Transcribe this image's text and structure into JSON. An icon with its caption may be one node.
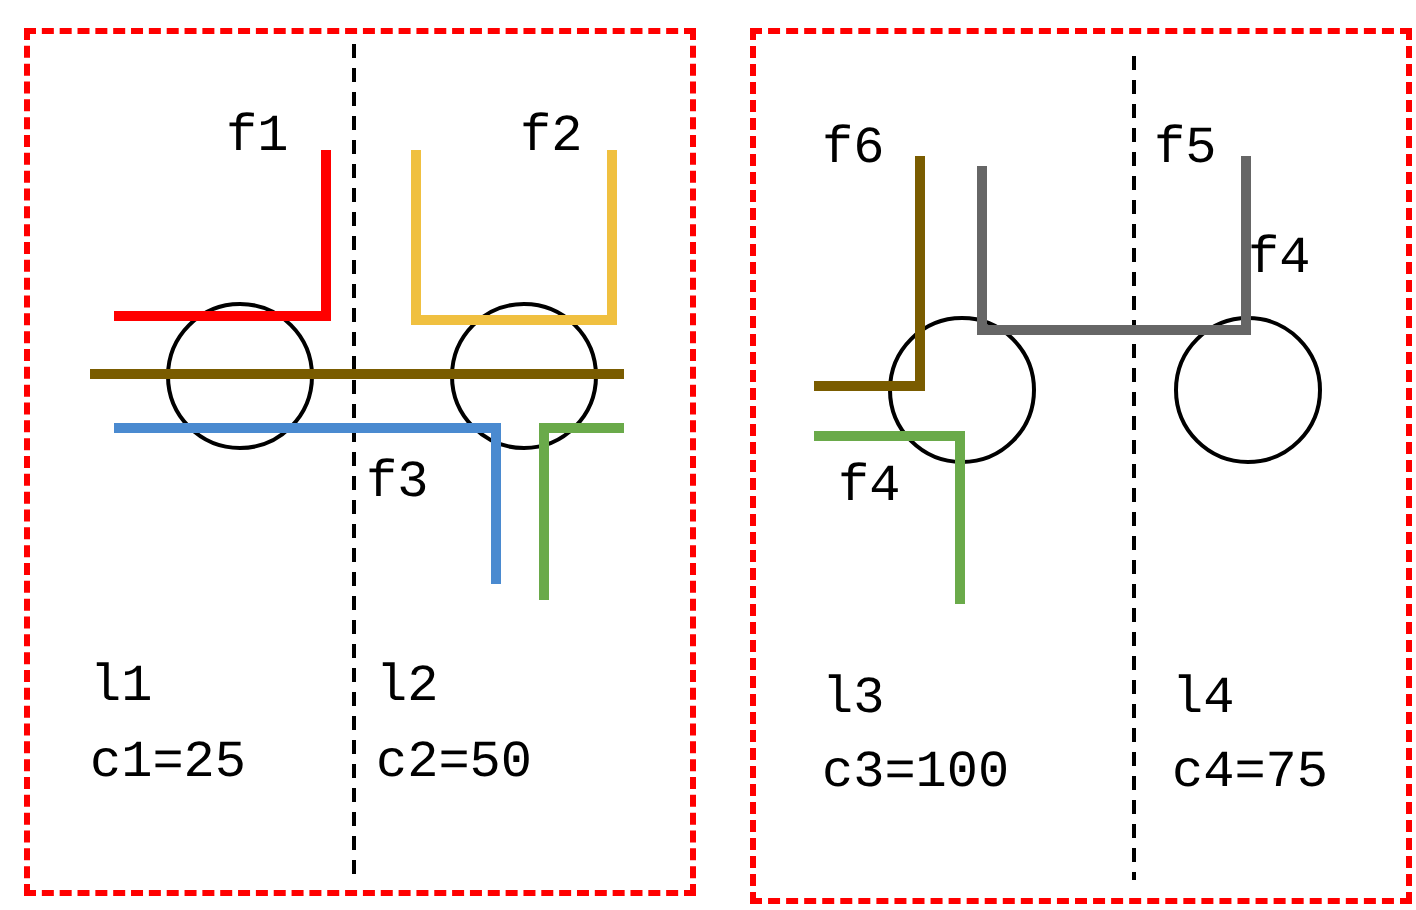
{
  "diagram": {
    "nodes": [
      {
        "text": [],
        "shape": "box"
      },
      {
        "text": [],
        "shape": "circle",
        "in": 0
      },
      {
        "text": [],
        "shape": "circle",
        "in": 0
      },
      {
        "text": [],
        "shape": "box"
      },
      {
        "text": [],
        "shape": "circle",
        "in": 3
      },
      {
        "text": [],
        "shape": "circle",
        "in": 3
      }
    ],
    "edges": [],
    "labels": [
      "f1",
      "f2",
      "f3",
      "l1",
      "c1=25",
      "l2",
      "c2=50",
      "f6",
      "f5",
      "f4",
      "f4",
      "l3",
      "c3=100",
      "l4",
      "c4=75"
    ]
  }
}
